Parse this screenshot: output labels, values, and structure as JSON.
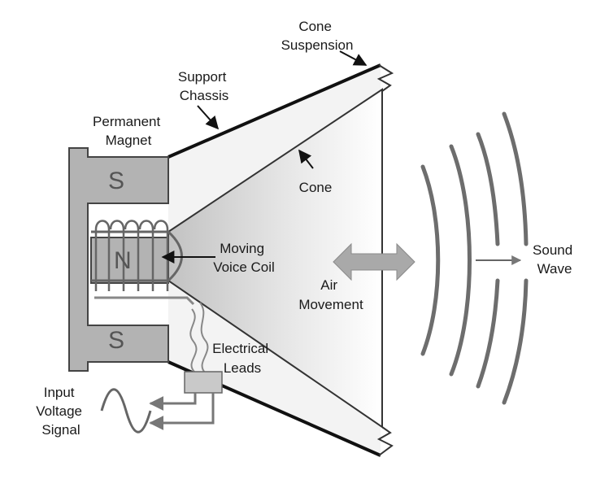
{
  "labels": {
    "cone_suspension": [
      "Cone",
      "Suspension"
    ],
    "support_chassis": [
      "Support",
      "Chassis"
    ],
    "permanent_magnet": [
      "Permanent",
      "Magnet"
    ],
    "cone": "Cone",
    "moving_voice_coil": [
      "Moving",
      "Voice Coil"
    ],
    "air_movement": [
      "Air",
      "Movement"
    ],
    "sound_wave": [
      "Sound",
      "Wave"
    ],
    "electrical_leads": [
      "Electrical",
      "Leads"
    ],
    "input_voltage_signal": [
      "Input",
      "Voltage",
      "Signal"
    ]
  },
  "pole_labels": {
    "top": "S",
    "center": "N",
    "bottom": "S"
  },
  "colors": {
    "magnet_fill": "#b3b3b3",
    "cone_light": "#ffffff",
    "cone_dark": "#c4c4c4",
    "arrow_fill": "#a9a9a9",
    "wave_stroke": "#6d6d6d",
    "outline": "#111111"
  }
}
